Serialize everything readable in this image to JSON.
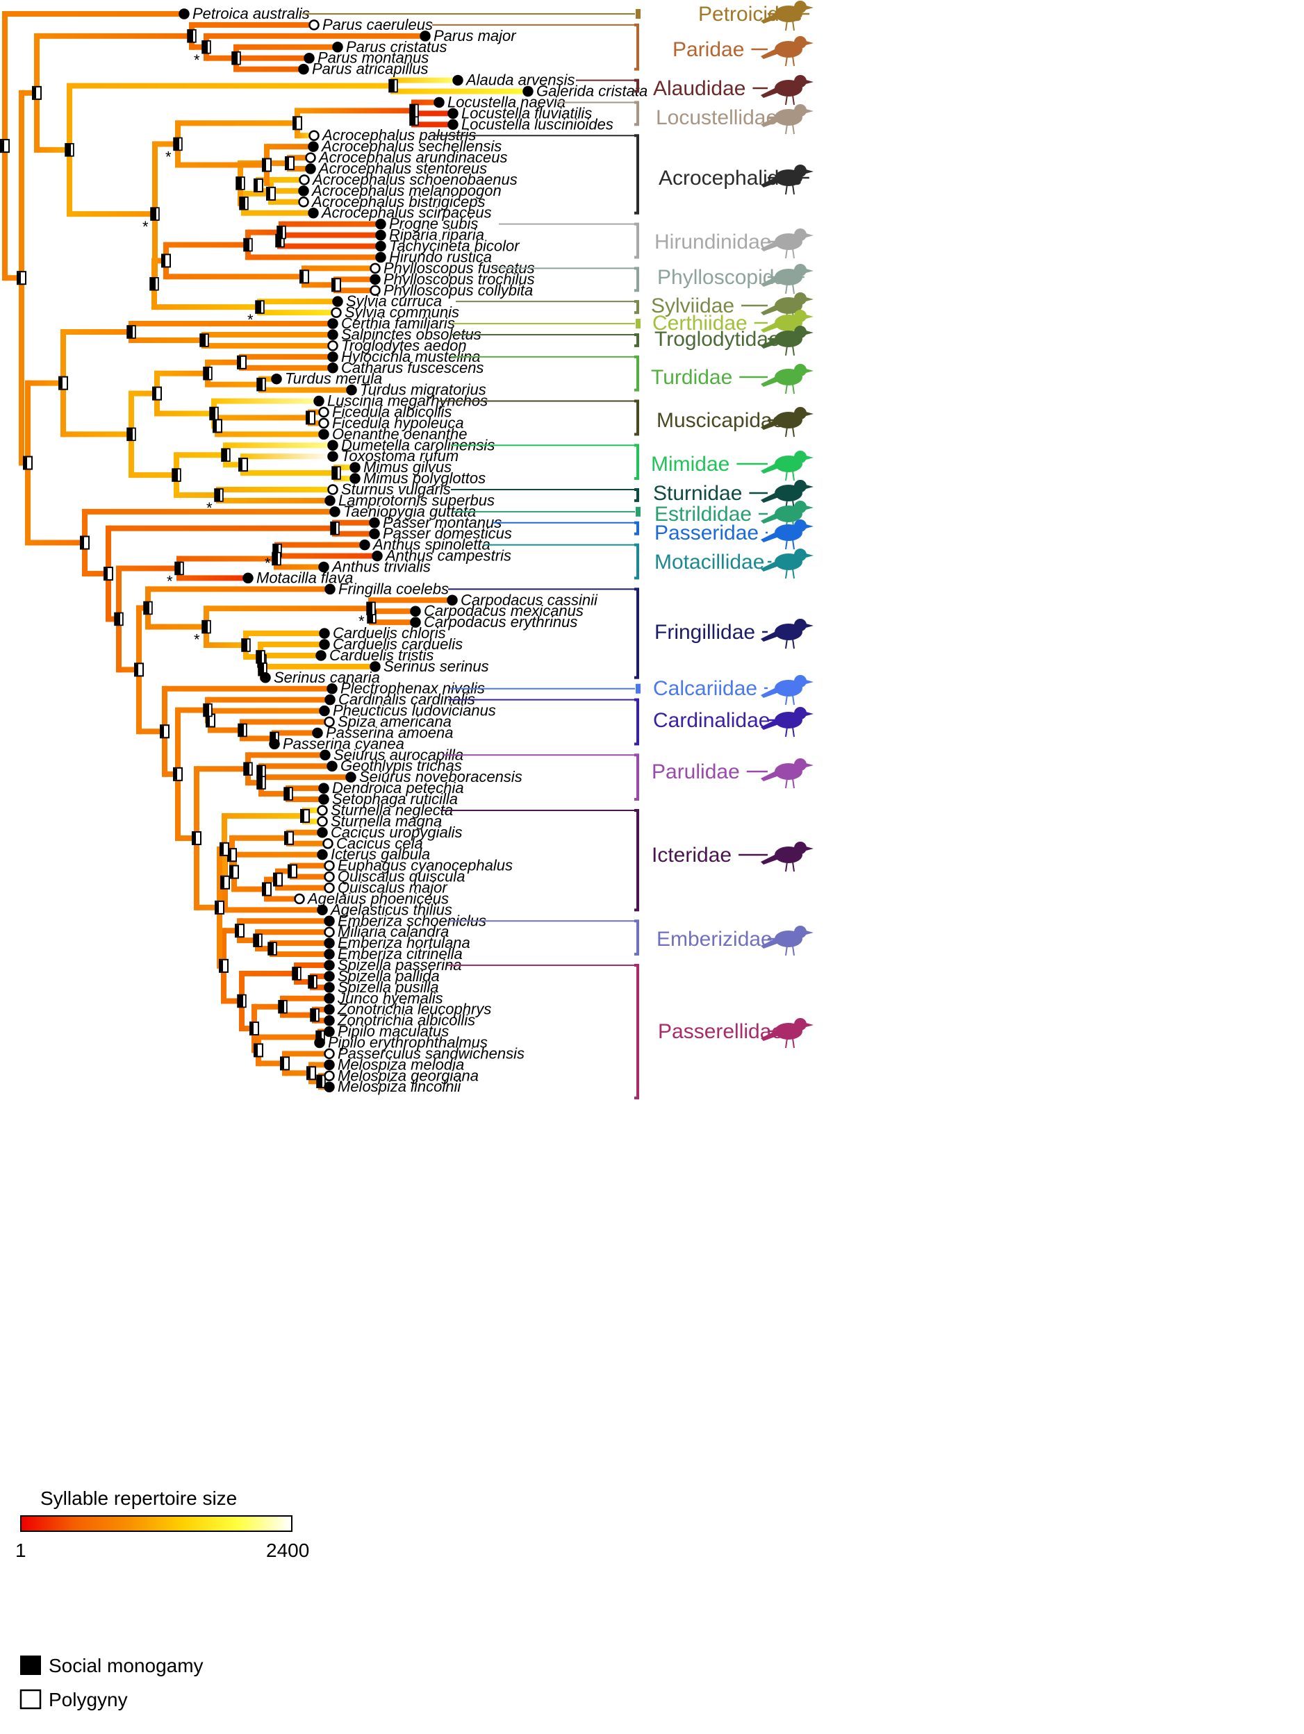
{
  "legend": {
    "colorbar_title": "Syllable repertoire size",
    "colorbar_min": "1",
    "colorbar_max": "2400",
    "mono_label": "Social monogamy",
    "poly_label": "Polygyny"
  },
  "gradient_colors": [
    "#ee0000",
    "#f46000",
    "#f89000",
    "#ffd000",
    "#ffff40",
    "#ffffff"
  ],
  "taxa": [
    {
      "name": "Petroica australis",
      "marker": "filled",
      "value": 0.3
    },
    {
      "name": "Parus caeruleus",
      "marker": "open",
      "value": 0.25
    },
    {
      "name": "Parus major",
      "marker": "filled",
      "value": 0.28
    },
    {
      "name": "Parus cristatus",
      "marker": "filled",
      "value": 0.3
    },
    {
      "name": "Parus montanus",
      "marker": "filled",
      "value": 0.22
    },
    {
      "name": "Parus atricapillus",
      "marker": "filled",
      "value": 0.22
    },
    {
      "name": "Alauda arvensis",
      "marker": "filled",
      "value": 0.85
    },
    {
      "name": "Galerida cristata",
      "marker": "filled",
      "value": 0.78
    },
    {
      "name": "Locustella naevia",
      "marker": "filled",
      "value": 0.2
    },
    {
      "name": "Locustella fluviatilis",
      "marker": "filled",
      "value": 0.1
    },
    {
      "name": "Locustella luscinioides",
      "marker": "filled",
      "value": 0.1
    },
    {
      "name": "Acrocephalus palustris",
      "marker": "open",
      "value": 0.7
    },
    {
      "name": "Acrocephalus sechellensis",
      "marker": "filled",
      "value": 0.3
    },
    {
      "name": "Acrocephalus arundinaceus",
      "marker": "open",
      "value": 0.35
    },
    {
      "name": "Acrocephalus stentoreus",
      "marker": "filled",
      "value": 0.35
    },
    {
      "name": "Acrocephalus schoenobaenus",
      "marker": "open",
      "value": 0.55
    },
    {
      "name": "Acrocephalus melanopogon",
      "marker": "filled",
      "value": 0.5
    },
    {
      "name": "Acrocephalus bistrigiceps",
      "marker": "open",
      "value": 0.5
    },
    {
      "name": "Acrocephalus scirpaceus",
      "marker": "filled",
      "value": 0.5
    },
    {
      "name": "Progne subis",
      "marker": "filled",
      "value": 0.2
    },
    {
      "name": "Riparia riparia",
      "marker": "filled",
      "value": 0.15
    },
    {
      "name": "Tachycineta bicolor",
      "marker": "filled",
      "value": 0.15
    },
    {
      "name": "Hirundo rustica",
      "marker": "filled",
      "value": 0.3
    },
    {
      "name": "Phylloscopus fuscatus",
      "marker": "open",
      "value": 0.4
    },
    {
      "name": "Phylloscopus trochilus",
      "marker": "filled",
      "value": 0.3
    },
    {
      "name": "Phylloscopus collybita",
      "marker": "open",
      "value": 0.3
    },
    {
      "name": "Sylvia curruca",
      "marker": "filled",
      "value": 0.5
    },
    {
      "name": "Sylvia communis",
      "marker": "open",
      "value": 0.7
    },
    {
      "name": "Certhia familiaris",
      "marker": "filled",
      "value": 0.3
    },
    {
      "name": "Salpinctes obsoletus",
      "marker": "filled",
      "value": 0.4
    },
    {
      "name": "Troglodytes aedon",
      "marker": "open",
      "value": 0.4
    },
    {
      "name": "Hylocichla mustelina",
      "marker": "filled",
      "value": 0.3
    },
    {
      "name": "Catharus fuscescens",
      "marker": "filled",
      "value": 0.35
    },
    {
      "name": "Turdus merula",
      "marker": "filled",
      "value": 0.5
    },
    {
      "name": "Turdus migratorius",
      "marker": "filled",
      "value": 0.4
    },
    {
      "name": "Luscinia megarhynchos",
      "marker": "filled",
      "value": 0.9
    },
    {
      "name": "Ficedula albicollis",
      "marker": "open",
      "value": 0.4
    },
    {
      "name": "Ficedula hypoleuca",
      "marker": "open",
      "value": 0.4
    },
    {
      "name": "Oenanthe oenanthe",
      "marker": "filled",
      "value": 0.5
    },
    {
      "name": "Dumetella carolinensis",
      "marker": "filled",
      "value": 0.88
    },
    {
      "name": "Toxostoma rufum",
      "marker": "filled",
      "value": 1.0
    },
    {
      "name": "Mimus gilvus",
      "marker": "filled",
      "value": 0.7
    },
    {
      "name": "Mimus polyglottos",
      "marker": "filled",
      "value": 0.75
    },
    {
      "name": "Sturnus vulgaris",
      "marker": "open",
      "value": 0.6
    },
    {
      "name": "Lamprotornis superbus",
      "marker": "filled",
      "value": 0.35
    },
    {
      "name": "Taeniopygia guttata",
      "marker": "filled",
      "value": 0.3
    },
    {
      "name": "Passer montanus",
      "marker": "filled",
      "value": 0.2
    },
    {
      "name": "Passer domesticus",
      "marker": "filled",
      "value": 0.2
    },
    {
      "name": "Anthus spinoletta",
      "marker": "filled",
      "value": 0.25
    },
    {
      "name": "Anthus campestris",
      "marker": "filled",
      "value": 0.15
    },
    {
      "name": "Anthus trivialis",
      "marker": "filled",
      "value": 0.4
    },
    {
      "name": "Motacilla flava",
      "marker": "filled",
      "value": 0.1
    },
    {
      "name": "Fringilla coelebs",
      "marker": "filled",
      "value": 0.3
    },
    {
      "name": "Carpodacus cassinii",
      "marker": "filled",
      "value": 0.3
    },
    {
      "name": "Carpodacus mexicanus",
      "marker": "filled",
      "value": 0.3
    },
    {
      "name": "Carpodacus erythrinus",
      "marker": "filled",
      "value": 0.3
    },
    {
      "name": "Carduelis chloris",
      "marker": "filled",
      "value": 0.5
    },
    {
      "name": "Carduelis carduelis",
      "marker": "filled",
      "value": 0.5
    },
    {
      "name": "Carduelis tristis",
      "marker": "filled",
      "value": 0.5
    },
    {
      "name": "Serinus serinus",
      "marker": "filled",
      "value": 0.5
    },
    {
      "name": "Serinus canaria",
      "marker": "filled",
      "value": 0.5
    },
    {
      "name": "Plectrophenax nivalis",
      "marker": "filled",
      "value": 0.3
    },
    {
      "name": "Cardinalis cardinalis",
      "marker": "filled",
      "value": 0.3
    },
    {
      "name": "Pheucticus ludovicianus",
      "marker": "filled",
      "value": 0.35
    },
    {
      "name": "Spiza americana",
      "marker": "open",
      "value": 0.3
    },
    {
      "name": "Passerina amoena",
      "marker": "filled",
      "value": 0.3
    },
    {
      "name": "Passerina cyanea",
      "marker": "filled",
      "value": 0.3
    },
    {
      "name": "Seiurus aurocapilla",
      "marker": "filled",
      "value": 0.3
    },
    {
      "name": "Geothlypis trichas",
      "marker": "filled",
      "value": 0.3
    },
    {
      "name": "Seiurus noveboracensis",
      "marker": "filled",
      "value": 0.3
    },
    {
      "name": "Dendroica petechia",
      "marker": "filled",
      "value": 0.3
    },
    {
      "name": "Setophaga ruticilla",
      "marker": "filled",
      "value": 0.3
    },
    {
      "name": "Sturnella neglecta",
      "marker": "open",
      "value": 0.75
    },
    {
      "name": "Sturnella magna",
      "marker": "open",
      "value": 0.75
    },
    {
      "name": "Cacicus uropygialis",
      "marker": "filled",
      "value": 0.35
    },
    {
      "name": "Cacicus cela",
      "marker": "open",
      "value": 0.35
    },
    {
      "name": "Icterus galbula",
      "marker": "filled",
      "value": 0.35
    },
    {
      "name": "Euphagus cyanocephalus",
      "marker": "open",
      "value": 0.3
    },
    {
      "name": "Quiscalus quiscula",
      "marker": "open",
      "value": 0.3
    },
    {
      "name": "Quiscalus major",
      "marker": "open",
      "value": 0.3
    },
    {
      "name": "Agelaius phoeniceus",
      "marker": "open",
      "value": 0.3
    },
    {
      "name": "Agelasticus thilius",
      "marker": "filled",
      "value": 0.3
    },
    {
      "name": "Emberiza schoeniclus",
      "marker": "filled",
      "value": 0.3
    },
    {
      "name": "Miliaria calandra",
      "marker": "open",
      "value": 0.3
    },
    {
      "name": "Emberiza hortulana",
      "marker": "filled",
      "value": 0.3
    },
    {
      "name": "Emberiza citrinella",
      "marker": "filled",
      "value": 0.3
    },
    {
      "name": "Spizella passerina",
      "marker": "filled",
      "value": 0.2
    },
    {
      "name": "Spizella pallida",
      "marker": "filled",
      "value": 0.2
    },
    {
      "name": "Spizella pusilla",
      "marker": "filled",
      "value": 0.2
    },
    {
      "name": "Junco hyemalis",
      "marker": "filled",
      "value": 0.3
    },
    {
      "name": "Zonotrichia leucophrys",
      "marker": "filled",
      "value": 0.25
    },
    {
      "name": "Zonotrichia albicollis",
      "marker": "filled",
      "value": 0.25
    },
    {
      "name": "Pipilo maculatus",
      "marker": "filled",
      "value": 0.3
    },
    {
      "name": "Pipilo erythrophthalmus",
      "marker": "filled",
      "value": 0.3
    },
    {
      "name": "Passerculus sandwichensis",
      "marker": "open",
      "value": 0.3
    },
    {
      "name": "Melospiza melodia",
      "marker": "filled",
      "value": 0.35
    },
    {
      "name": "Melospiza georgiana",
      "marker": "open",
      "value": 0.35
    },
    {
      "name": "Melospiza lincolnii",
      "marker": "filled",
      "value": 0.35
    }
  ],
  "families": [
    {
      "name": "Petroicidae",
      "color": "#a07828",
      "from": 0,
      "to": 0
    },
    {
      "name": "Paridae",
      "color": "#b5652e",
      "from": 1,
      "to": 5
    },
    {
      "name": "Alaudidae",
      "color": "#6b2a2a",
      "from": 6,
      "to": 7
    },
    {
      "name": "Locustellidae",
      "color": "#a89583",
      "from": 8,
      "to": 10
    },
    {
      "name": "Acrocephalidae",
      "color": "#2b2b2b",
      "from": 11,
      "to": 18
    },
    {
      "name": "Hirundinidae",
      "color": "#a8a8a8",
      "from": 19,
      "to": 22
    },
    {
      "name": "Phylloscopidae",
      "color": "#8ea39a",
      "from": 23,
      "to": 25
    },
    {
      "name": "Sylviidae",
      "color": "#7a8a48",
      "from": 26,
      "to": 27
    },
    {
      "name": "Certhiidae",
      "color": "#a2c038",
      "from": 28,
      "to": 28
    },
    {
      "name": "Troglodytidae",
      "color": "#4a6a36",
      "from": 29,
      "to": 30
    },
    {
      "name": "Turdidae",
      "color": "#52b040",
      "from": 31,
      "to": 34
    },
    {
      "name": "Muscicapidae",
      "color": "#4a4a22",
      "from": 35,
      "to": 38
    },
    {
      "name": "Mimidae",
      "color": "#22c45a",
      "from": 39,
      "to": 42
    },
    {
      "name": "Sturnidae",
      "color": "#0c4a42",
      "from": 43,
      "to": 44
    },
    {
      "name": "Estrildidae",
      "color": "#28a070",
      "from": 45,
      "to": 45
    },
    {
      "name": "Passeridae",
      "color": "#1a6adc",
      "from": 46,
      "to": 47
    },
    {
      "name": "Motacillidae",
      "color": "#1a8a92",
      "from": 48,
      "to": 51
    },
    {
      "name": "Fringillidae",
      "color": "#1c1c6a",
      "from": 52,
      "to": 60
    },
    {
      "name": "Calcariidae",
      "color": "#4a78f0",
      "from": 61,
      "to": 61
    },
    {
      "name": "Cardinalidae",
      "color": "#3a20a8",
      "from": 62,
      "to": 66
    },
    {
      "name": "Parulidae",
      "color": "#9a4aaa",
      "from": 67,
      "to": 71
    },
    {
      "name": "Icteridae",
      "color": "#4a1450",
      "from": 72,
      "to": 81
    },
    {
      "name": "Emberizidae",
      "color": "#7070c0",
      "from": 82,
      "to": 85
    },
    {
      "name": "Passerellidae",
      "color": "#aa2a6a",
      "from": 86,
      "to": 98
    }
  ]
}
